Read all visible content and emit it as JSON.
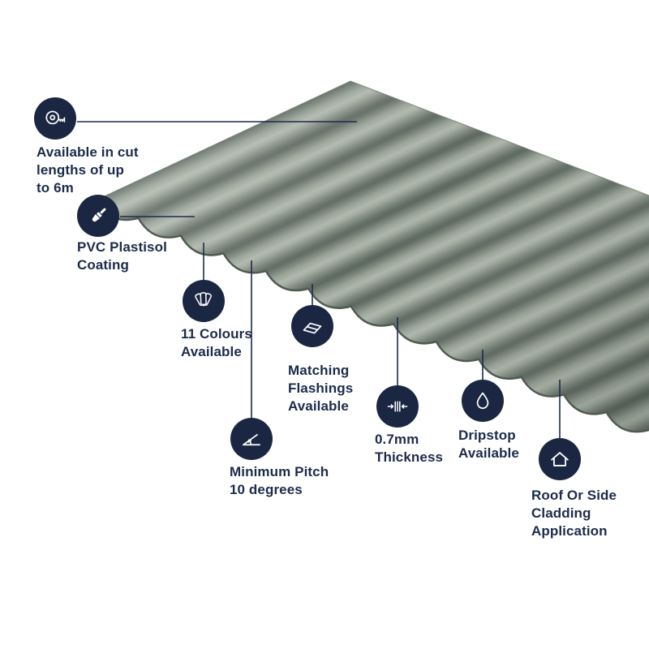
{
  "infographic": {
    "features": [
      {
        "label": "Available in cut\nlengths of up\nto 6m",
        "icon": "tape-measure-icon"
      },
      {
        "label": "PVC Plastisol\nCoating",
        "icon": "paint-brush-icon"
      },
      {
        "label": "11 Colours\nAvailable",
        "icon": "colour-fan-icon"
      },
      {
        "label": "Matching\nFlashings\nAvailable",
        "icon": "flashing-icon"
      },
      {
        "label": "Minimum Pitch\n10 degrees",
        "icon": "pitch-angle-icon"
      },
      {
        "label": "0.7mm\nThickness",
        "icon": "thickness-icon"
      },
      {
        "label": "Dripstop\nAvailable",
        "icon": "water-drop-icon"
      },
      {
        "label": "Roof Or Side\nCladding\nApplication",
        "icon": "house-icon"
      }
    ],
    "colors": {
      "badge_navy": "#1b2742",
      "label_text": "#1d2b4a",
      "callout_line": "#1d2b4a",
      "sheet_highlight": "#aeb6ab",
      "sheet_mid": "#7f897d",
      "sheet_shadow": "#5d6860",
      "sheet_edge": "#4e5951",
      "background": "#ffffff"
    }
  }
}
